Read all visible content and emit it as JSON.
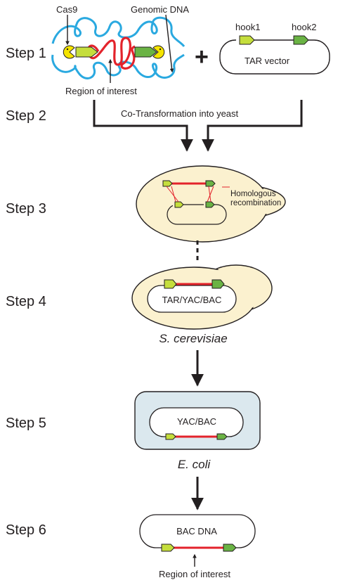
{
  "steps": [
    "Step 1",
    "Step 2",
    "Step 3",
    "Step 4",
    "Step 5",
    "Step 6"
  ],
  "step1": {
    "cas9": "Cas9",
    "genomic_dna": "Genomic DNA",
    "region_of_interest": "Region of interest",
    "plus": "+",
    "hook1": "hook1",
    "hook2": "hook2",
    "tar_vector": "TAR vector"
  },
  "step2": {
    "cotransformation": "Co-Transformation into yeast"
  },
  "step3": {
    "homologous_line1": "Homologous",
    "homologous_line2": "recombination"
  },
  "step4": {
    "construct": "TAR/YAC/BAC",
    "organism": "S. cerevisiae"
  },
  "step5": {
    "construct": "YAC/BAC",
    "organism": "E. coli"
  },
  "step6": {
    "construct": "BAC DNA",
    "region_of_interest": "Region of interest"
  },
  "colors": {
    "dna_blue": "#2aa9e0",
    "insert_red": "#e3232b",
    "hook1_light_green": "#c5de3c",
    "hook2_dark_green": "#6ab344",
    "cas9_yellow": "#f5e400",
    "yeast_cell": "#fbf1cf",
    "ecoli_cell": "#dbe8ee",
    "outline": "#231f20"
  }
}
